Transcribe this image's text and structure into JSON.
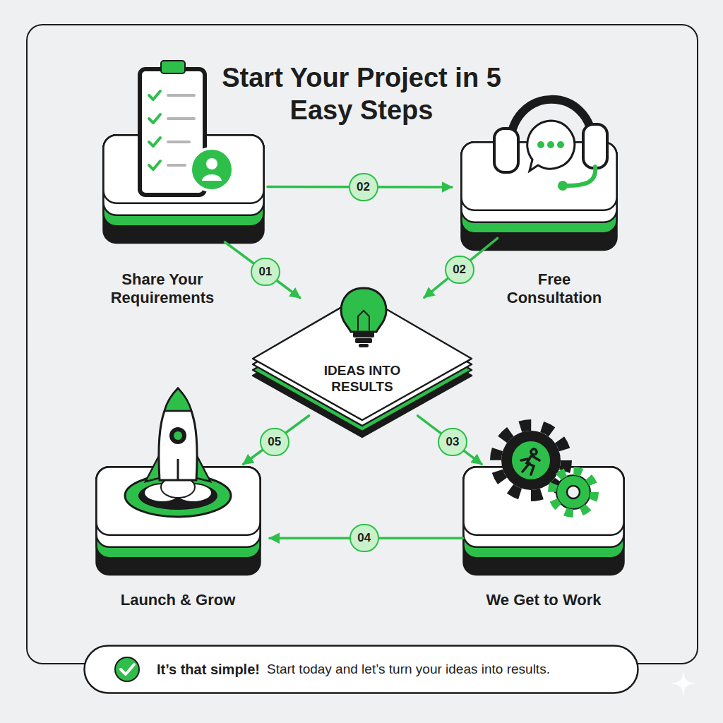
{
  "diagram": {
    "title": "Start Your Project in 5 Easy Steps",
    "nodes": [
      {
        "text": [
          "Share Your Requirements"
        ]
      },
      {
        "text": [
          "Free Consultation"
        ]
      },
      {
        "text": [
          "IDEAS INTO RESULTS"
        ]
      },
      {
        "text": [
          "Launch & Grow"
        ]
      },
      {
        "text": [
          "We Get to Work"
        ]
      },
      {
        "text": [
          "It’s that simple!",
          "Start today and let’s turn your ideas into results."
        ]
      }
    ],
    "edges": [
      {
        "from": 0,
        "to": 1,
        "label": "02",
        "arrow": "to"
      },
      {
        "from": 0,
        "to": 2,
        "label": "01",
        "arrow": "to"
      },
      {
        "from": 1,
        "to": 2,
        "label": "02",
        "arrow": "to"
      },
      {
        "from": 2,
        "to": 4,
        "label": "03",
        "arrow": "to"
      },
      {
        "from": 4,
        "to": 3,
        "label": "04",
        "arrow": "to"
      },
      {
        "from": 2,
        "to": 3,
        "label": "05",
        "arrow": "to"
      }
    ]
  }
}
